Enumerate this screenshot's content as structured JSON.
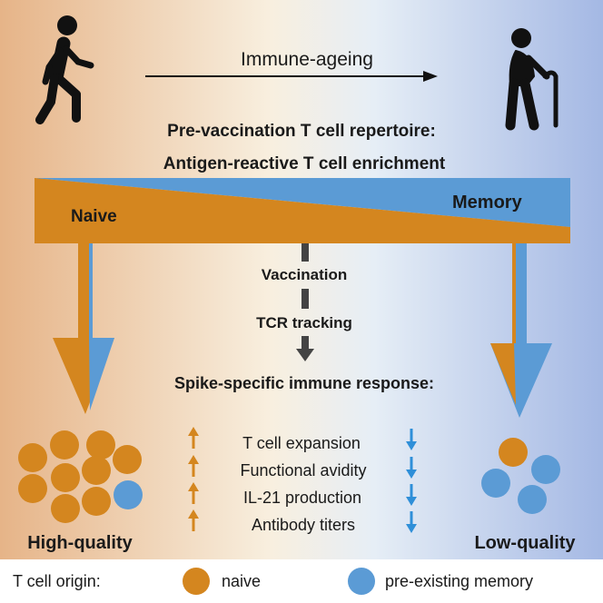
{
  "header": {
    "arrow_label": "Immune-ageing",
    "title_line1": "Pre-vaccination T cell repertoire:",
    "title_line2": "Antigen-reactive T cell enrichment"
  },
  "wedge": {
    "left_label": "Naive",
    "right_label": "Memory"
  },
  "center_flow": {
    "step1": "Vaccination",
    "step2": "TCR tracking",
    "result_title": "Spike-specific immune response:"
  },
  "outcomes": {
    "items": [
      "T cell expansion",
      "Functional avidity",
      "IL-21 production",
      "Antibody titers"
    ],
    "left_label": "High-quality",
    "right_label": "Low-quality"
  },
  "legend": {
    "title": "T cell origin:",
    "naive_label": "naive",
    "memory_label": "pre-existing memory"
  },
  "colors": {
    "naive": "#d4861f",
    "memory": "#5b9bd5",
    "bg_left": "#e8b98a",
    "bg_mid": "#f7eedd",
    "bg_right": "#a9bde6",
    "up_arrow": "#d4861f",
    "down_arrow": "#2f8fd8",
    "text": "#1a1a1a"
  },
  "icons": {
    "young_person": "walking-person-icon",
    "old_person": "elderly-person-with-cane-icon"
  }
}
